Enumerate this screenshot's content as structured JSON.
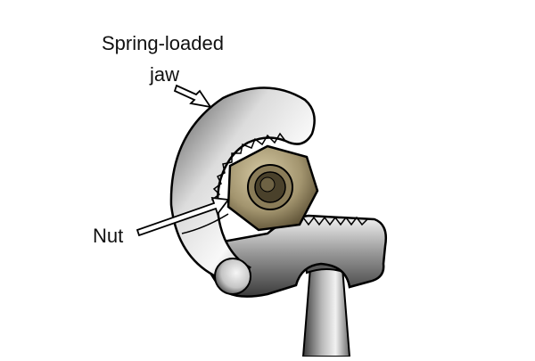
{
  "labels": {
    "spring_loaded_line1": "Spring-loaded",
    "spring_loaded_line2": "jaw",
    "nut": "Nut"
  },
  "colors": {
    "outline": "#000000",
    "steel_dark": "#3c3c3c",
    "steel_mid": "#8e8e8e",
    "steel_light": "#f2f2f2",
    "brass_dark": "#5a4e33",
    "brass_mid": "#a3956f",
    "brass_light": "#d8cca6",
    "arrow_fill": "#ffffff"
  },
  "icons": {
    "jaw": "curved-spring-jaw-icon",
    "nut": "hex-nut-icon",
    "pivot": "pivot-pin-icon",
    "handle": "wrench-handle-icon"
  }
}
